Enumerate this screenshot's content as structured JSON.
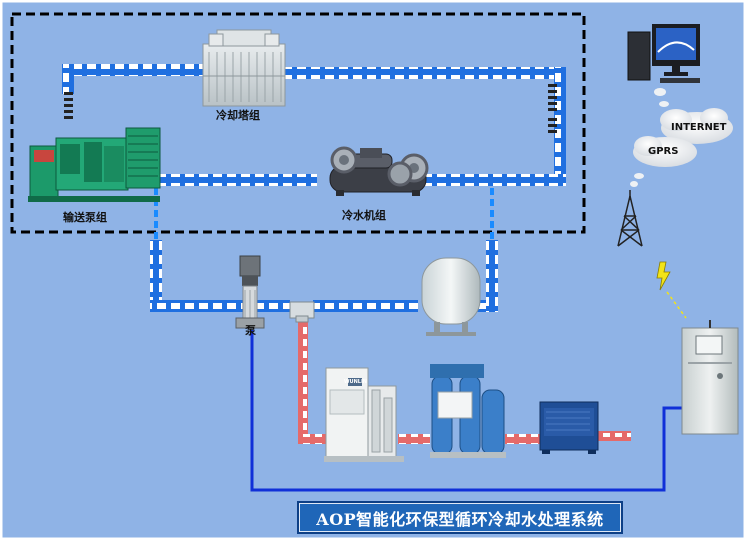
{
  "labels": {
    "cooling_tower": "冷却塔组",
    "transfer_pump_unit": "输送泵组",
    "chiller_unit": "冷水机组",
    "pump": "泵",
    "internet": "INTERNET",
    "gprs": "GPRS",
    "ozone_brand": "WUNLIN"
  },
  "title": "AOP智能化环保型循环冷却水处理系统",
  "colors": {
    "background": "#8fb3e6",
    "pipe_blue": "#1f6fe0",
    "pipe_red": "#e56a6a",
    "signal_line": "#1030d8",
    "title_bg": "#1f66b8"
  }
}
